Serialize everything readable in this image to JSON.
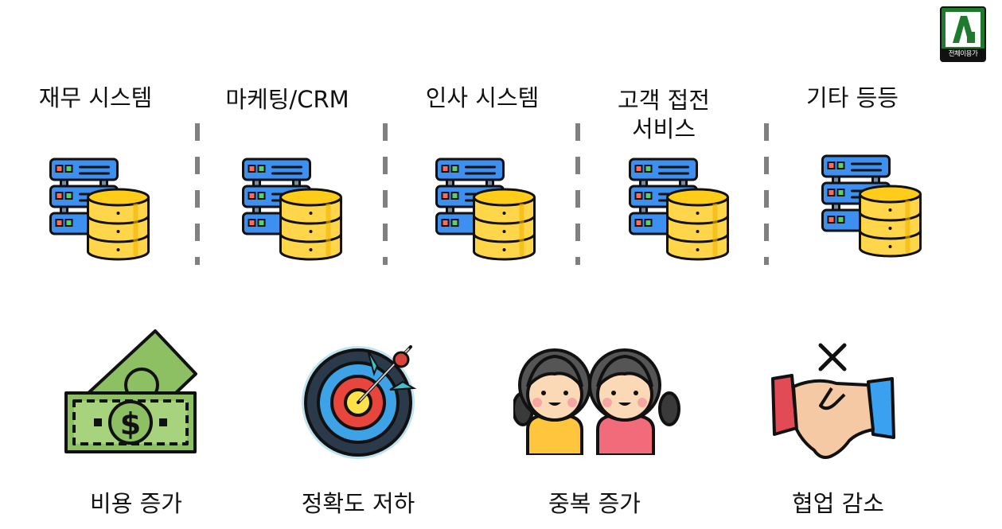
{
  "logo": {
    "caption": "전체이용가",
    "mark": "A"
  },
  "systems": [
    {
      "label": "재무 시스템"
    },
    {
      "label": "마케팅/CRM"
    },
    {
      "label": "인사 시스템"
    },
    {
      "label": "고객 접전\n서비스"
    },
    {
      "label": "기타 등등"
    }
  ],
  "problems": [
    {
      "label": "비용 증가",
      "icon": "money-icon"
    },
    {
      "label": "정확도 저하",
      "icon": "target-icon"
    },
    {
      "label": "중복 증가",
      "icon": "twins-icon"
    },
    {
      "label": "협업 감소",
      "icon": "handshake-icon"
    }
  ],
  "colors": {
    "server_blue": "#3d8ff0",
    "db_yellow": "#ffd54a",
    "divider": "#808080",
    "logo_green": "#1f7a2e"
  }
}
